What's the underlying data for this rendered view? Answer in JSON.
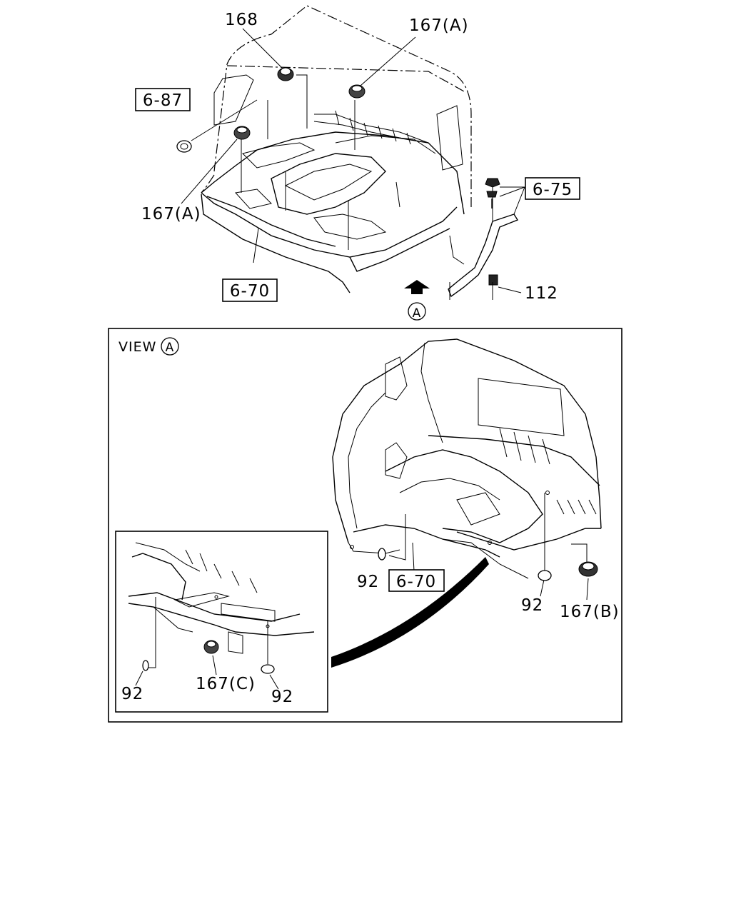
{
  "labels": {
    "part_168": "168",
    "part_167a_top": "167(A)",
    "ref_6_87": "6-87",
    "ref_6_75": "6-75",
    "part_167a_left": "167(A)",
    "ref_6_70_top": "6-70",
    "part_112": "112",
    "view_marker": "A"
  },
  "view_panel": {
    "title_prefix": "VIEW",
    "title_marker": "A",
    "part_92_left": "92",
    "ref_6_70": "6-70",
    "part_92_right": "92",
    "part_167b": "167(B)"
  },
  "detail_panel": {
    "part_92_left": "92",
    "part_167c": "167(C)",
    "part_92_right": "92"
  }
}
